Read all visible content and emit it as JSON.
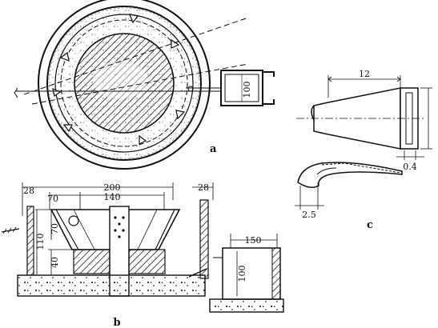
{
  "panels": {
    "a": "a",
    "b": "b",
    "c": "c"
  },
  "labels": {
    "a_box": "100",
    "c_len": "12",
    "c_thick": "0.4",
    "c_tip": "2.5",
    "b_28_left": "28",
    "b_70": "70",
    "b_200": "200",
    "b_140": "140",
    "b_28_right": "28",
    "b_110": "110",
    "b_70_v": "70",
    "b_40": "40",
    "b_150": "150",
    "b_100": "100"
  }
}
